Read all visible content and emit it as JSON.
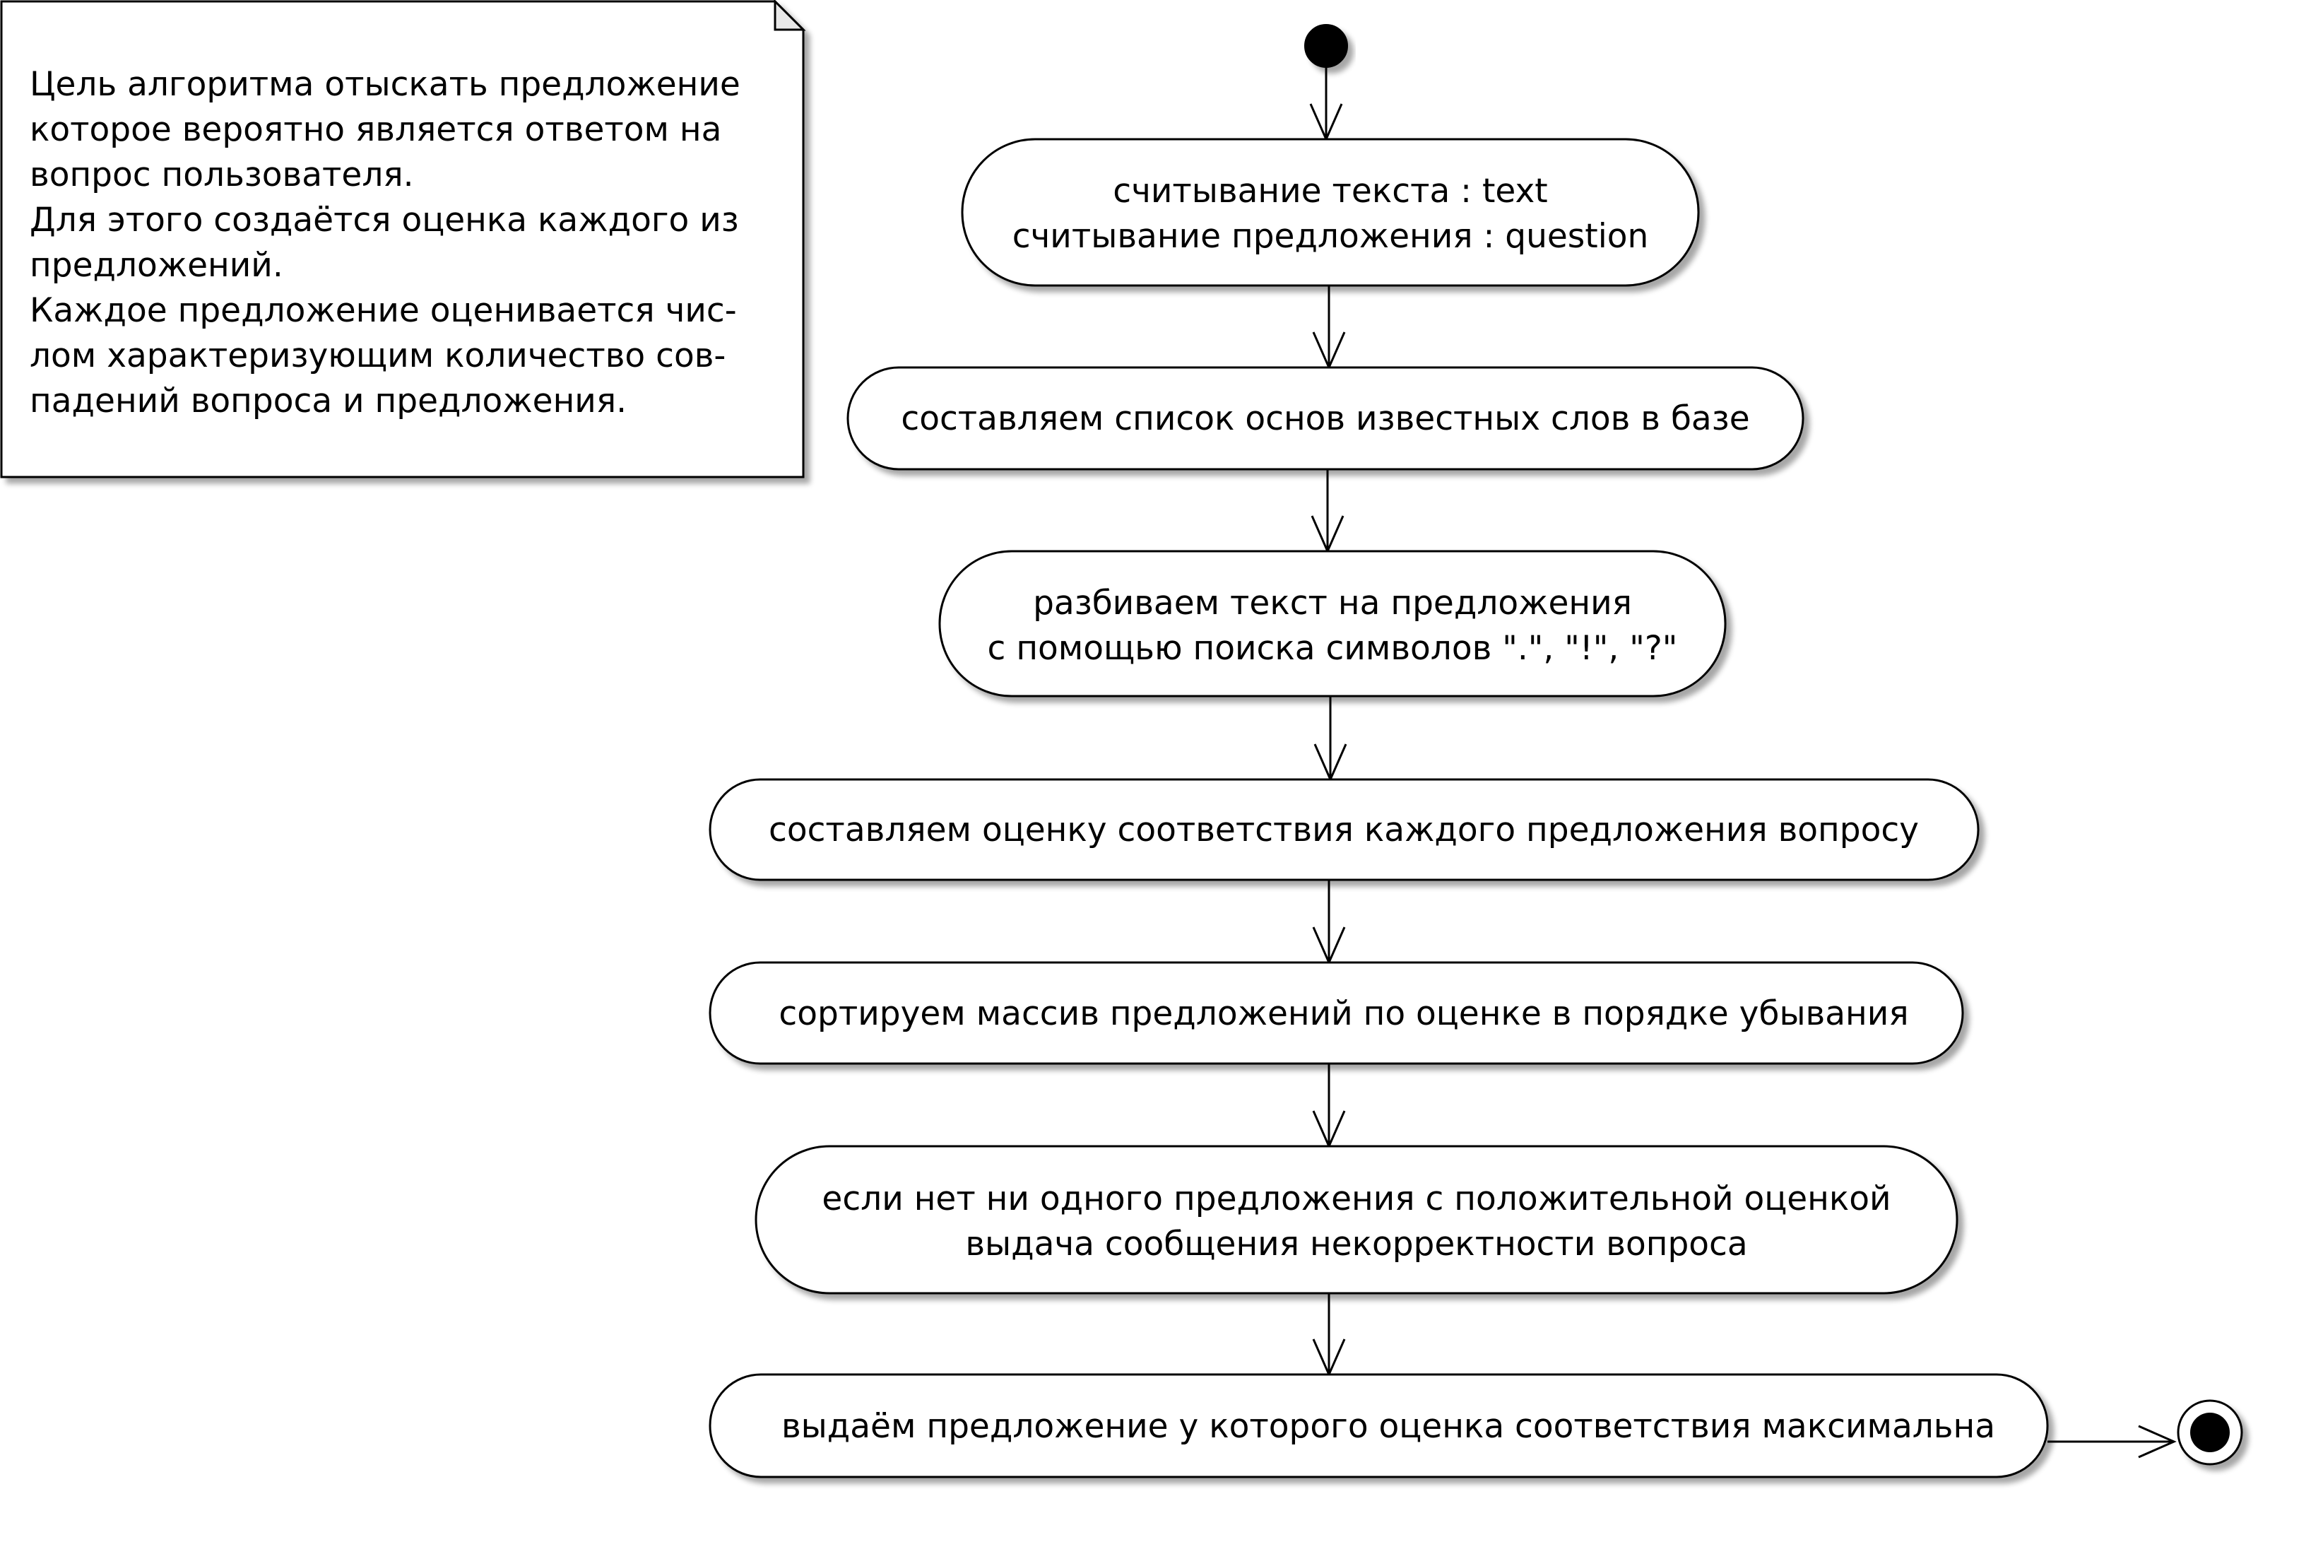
{
  "note": {
    "lines": [
      "Цель алгоритма отыскать предложение",
      "которое вероятно является ответом на",
      "вопрос пользователя.",
      "Для этого создаётся оценка каждого из",
      "предложений.",
      "Каждое предложение оценивается чис-",
      "лом характеризующим количество сов-",
      "падений вопроса и предложения."
    ]
  },
  "activities": [
    {
      "lines": [
        "считывание текста : text",
        "считывание предложения : question"
      ]
    },
    {
      "lines": [
        "составляем список основ известных слов в базе"
      ]
    },
    {
      "lines": [
        "разбиваем текст на предложения",
        "с помощью поиска символов \".\", \"!\", \"?\""
      ]
    },
    {
      "lines": [
        "составляем оценку соответствия каждого предложения вопросу"
      ]
    },
    {
      "lines": [
        "сортируем массив предложений по оценке в порядке убывания"
      ]
    },
    {
      "lines": [
        "если нет ни одного предложения с положительной оценкой",
        "выдача сообщения некорректности вопроса"
      ]
    },
    {
      "lines": [
        "выдаём предложение у которого оценка соответствия максимальна"
      ]
    }
  ]
}
